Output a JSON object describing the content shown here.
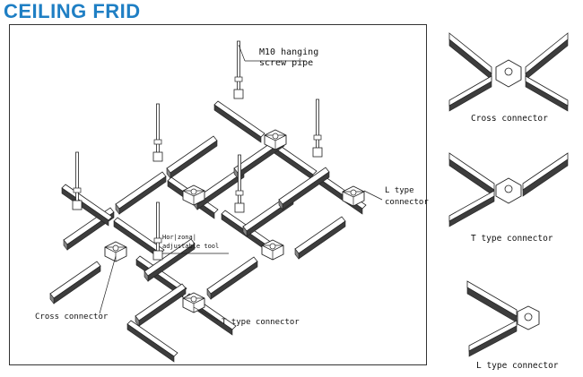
{
  "title": "CEILING FRID",
  "colors": {
    "title": "#1f7fc4",
    "line": "#222222",
    "rail_fill": "#4a4a4a"
  },
  "main_labels": {
    "m10_line1": "M10 hanging",
    "m10_line2": "screw pipe",
    "horizontal_line1": "Hor|zona|",
    "horizontal_line2": "adjustable tool",
    "l_type_line1": "L type",
    "l_type_line2": "connector",
    "cross_connector": "Cross connector",
    "t_type_connector": "T type connector"
  },
  "panels": {
    "cross": "Cross connector",
    "t_type": "T type connector",
    "l_type": "L type connector"
  }
}
